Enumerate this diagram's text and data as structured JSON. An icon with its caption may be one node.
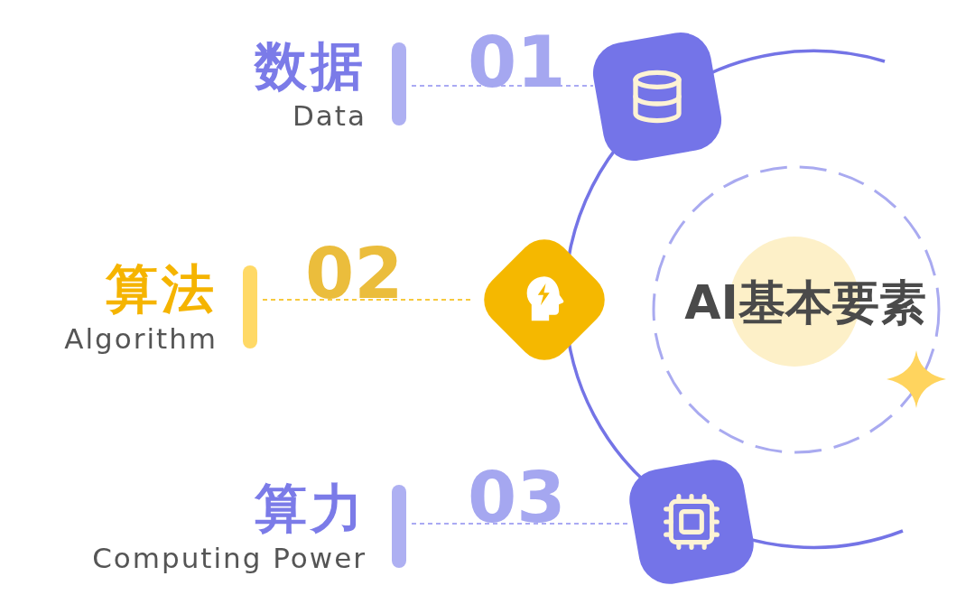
{
  "diagram": {
    "nodes": [
      {
        "text": [
          "数据",
          "Data"
        ]
      },
      {
        "text": [],
        "shape": "box"
      },
      {
        "text": [
          "算法",
          "Algorithm"
        ]
      },
      {
        "text": [],
        "shape": "diamond"
      },
      {
        "text": [
          "算力",
          "Computing Power"
        ]
      },
      {
        "text": [],
        "shape": "box"
      },
      {
        "text": [
          "AI基本要素"
        ]
      }
    ],
    "edges": [
      {
        "from": 0,
        "to": 1,
        "arrow": "none",
        "style": "dashed"
      },
      {
        "from": 2,
        "to": 3,
        "arrow": "none",
        "style": "dashed",
        "color": "#f5b800"
      },
      {
        "from": 4,
        "to": 5,
        "arrow": "none",
        "style": "dashed"
      }
    ],
    "labels": [
      "01",
      "02",
      "03"
    ]
  }
}
